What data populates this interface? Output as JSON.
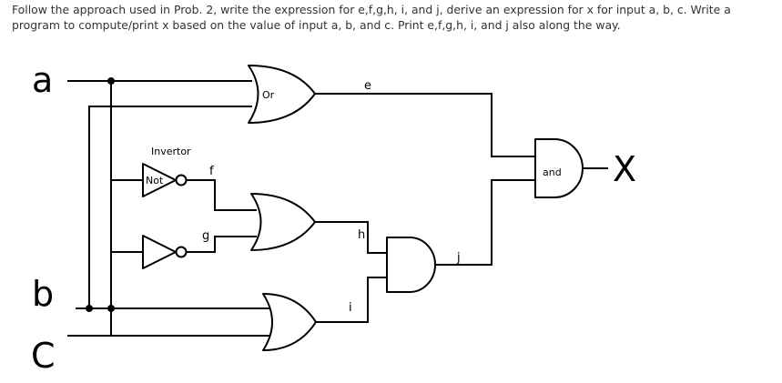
{
  "question": "Follow the approach used in Prob. 2, write the expression for e,f,g,h, i, and j, derive an expression for x for input a, b, c. Write a program to compute/print x based on the value of input a, b, and c. Print e,f,g,h, i, and j also along the way.",
  "inputs": {
    "a": "a",
    "b": "b",
    "c": "C"
  },
  "output": "X",
  "signals": {
    "e": "e",
    "f": "f",
    "g": "g",
    "h": "h",
    "i": "i",
    "j": "j"
  },
  "gate_labels": {
    "or": "Or",
    "invertor": "Invertor",
    "not": "Not",
    "and": "and"
  }
}
